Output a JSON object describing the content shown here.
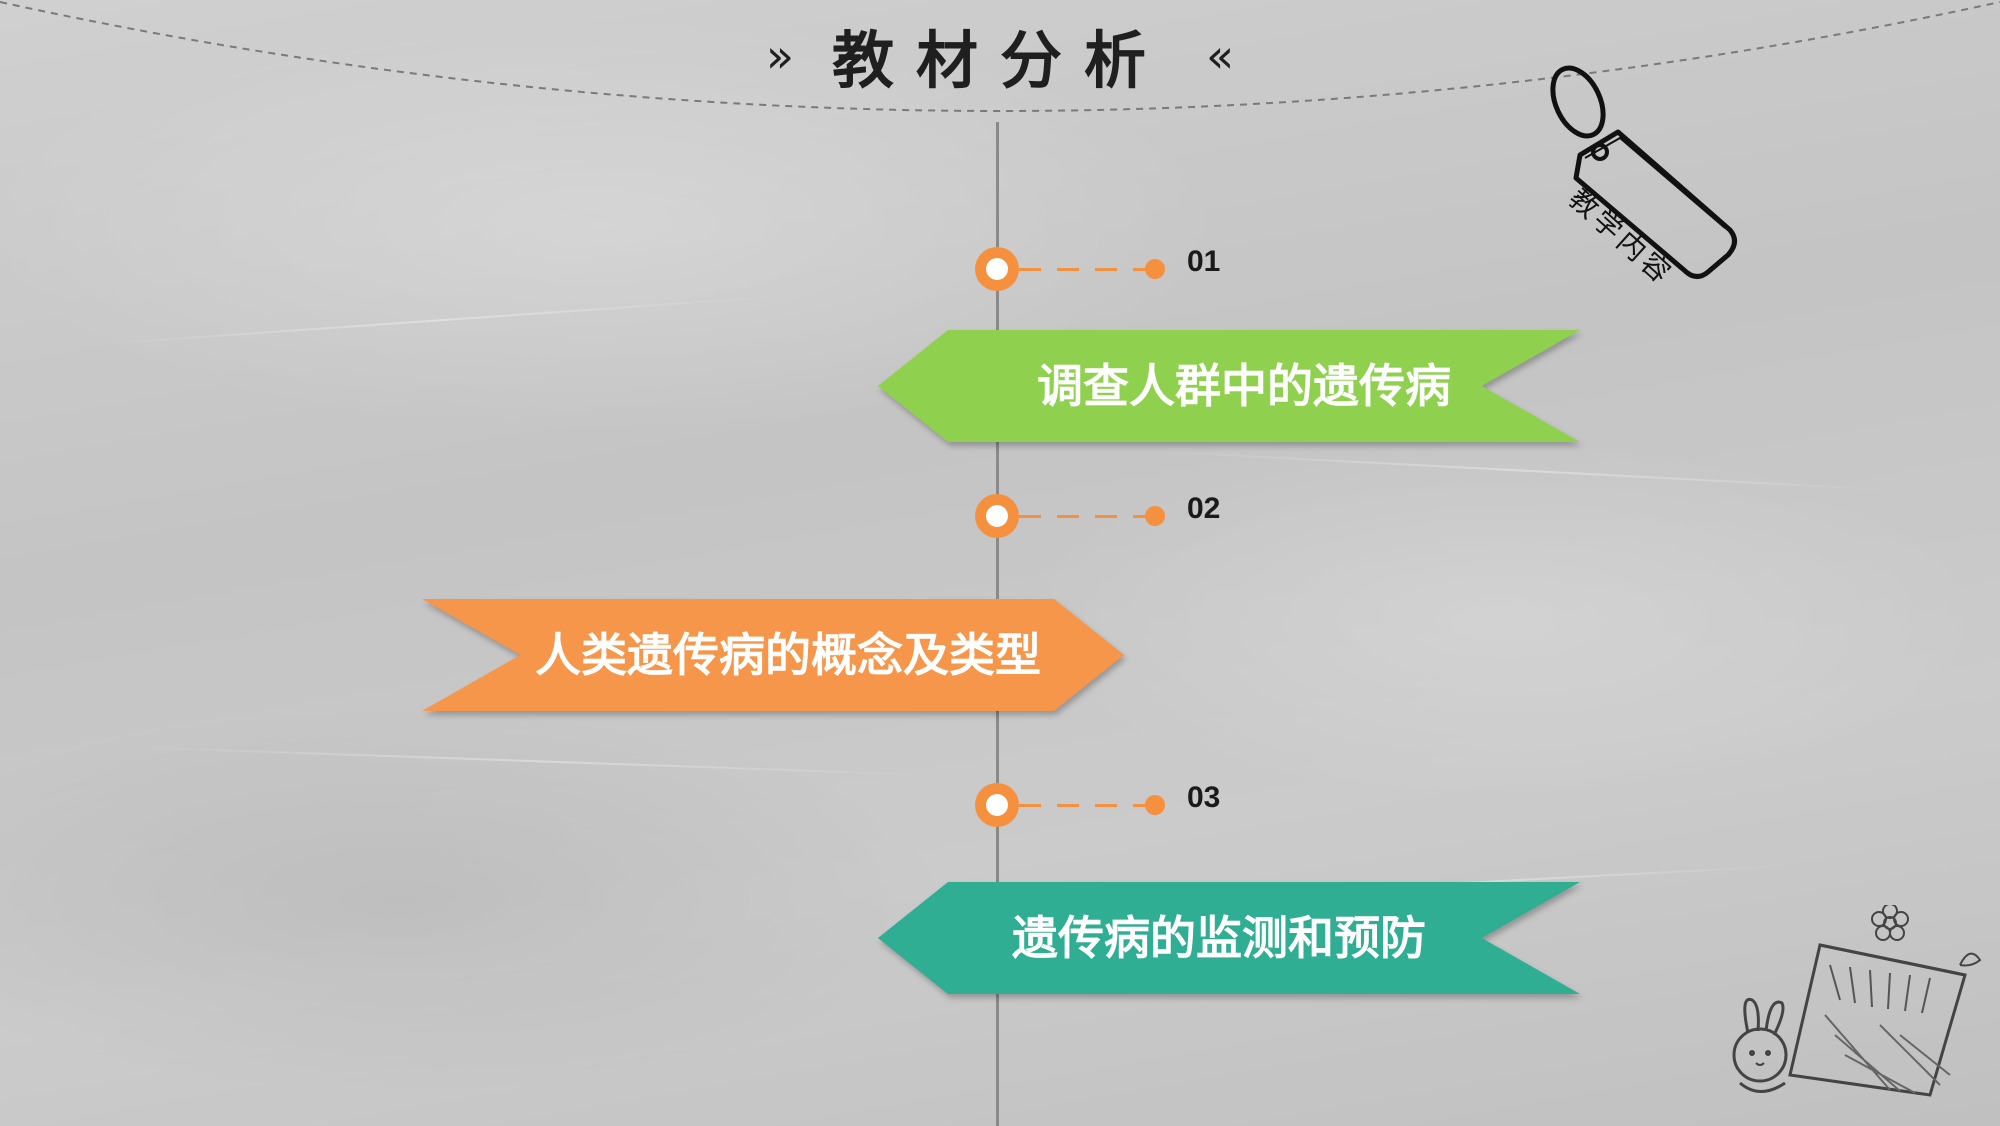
{
  "title": {
    "left_quote": "»",
    "text": "教材分析",
    "right_quote": "«"
  },
  "tag": {
    "label": "教学内容"
  },
  "items": [
    {
      "number": "01",
      "label": "调查人群中的遗传病",
      "color": "#8fd14f"
    },
    {
      "number": "02",
      "label": "人类遗传病的概念及类型",
      "color": "#f5964a"
    },
    {
      "number": "03",
      "label": "遗传病的监测和预防",
      "color": "#2fae93"
    }
  ],
  "accent_color": "#f5913e"
}
